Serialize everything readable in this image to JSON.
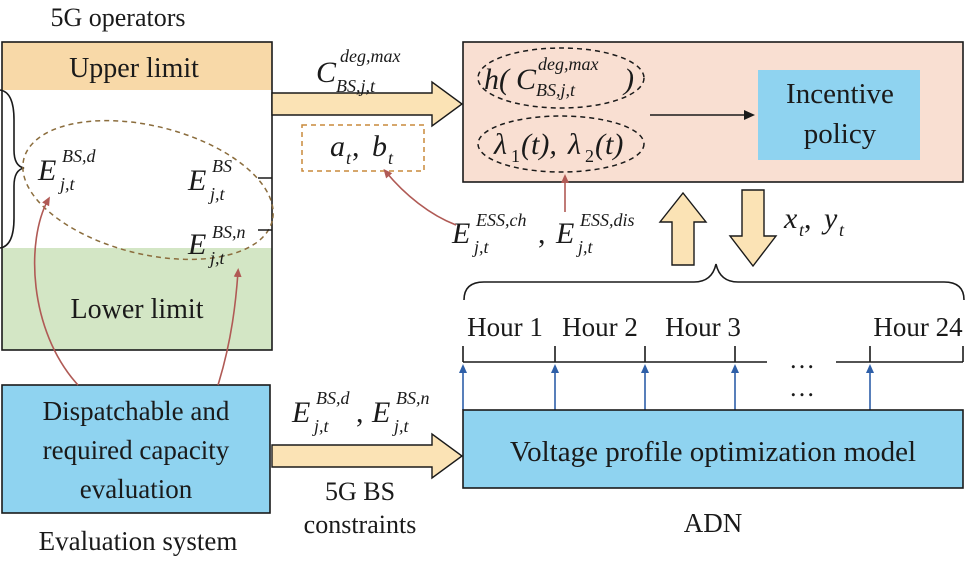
{
  "operators": {
    "title": "5G operators",
    "upper_limit": "Upper limit",
    "lower_limit": "Lower limit",
    "e_bs_d": {
      "base": "E",
      "sup": "BS,d",
      "sub": "j,t"
    },
    "e_bs": {
      "base": "E",
      "sup": "BS",
      "sub": "j,t"
    },
    "e_bs_n": {
      "base": "E",
      "sup": "BS,n",
      "sub": "j,t"
    }
  },
  "evaluation": {
    "box_lines": [
      "Dispatchable and",
      "required capacity",
      "evaluation"
    ],
    "caption": "Evaluation system"
  },
  "top_arrow": {
    "base": "C",
    "sup": "deg,max",
    "sub": "BS,j,t"
  },
  "price_params": {
    "a": "a",
    "a_sub": "t",
    "sep": ", ",
    "b": "b",
    "b_sub": "t"
  },
  "incentive": {
    "h_prefix": "h(",
    "h_base": "C",
    "h_sup": "deg,max",
    "h_sub": "BS,j,t",
    "h_suffix": ")",
    "lambda_text_1": "λ",
    "lambda_sub_1": "1",
    "lambda_arg_1": "(t), ",
    "lambda_text_2": "λ",
    "lambda_sub_2": "2",
    "lambda_arg_2": "(t)",
    "policy_lines": [
      "Incentive",
      "policy"
    ]
  },
  "ess": {
    "ch": {
      "base": "E",
      "sup": "ESS,ch",
      "sub": "j,t"
    },
    "sep": ", ",
    "dis": {
      "base": "E",
      "sup": "ESS,dis",
      "sub": "j,t"
    }
  },
  "xy": {
    "x": "x",
    "x_sub": "t",
    "sep": " , ",
    "y": "y",
    "y_sub": "t"
  },
  "hours": [
    "Hour 1",
    "Hour 2",
    "Hour 3",
    "Hour 24"
  ],
  "ellipsis_1": "…",
  "ellipsis_2": "…",
  "bottom_arrow": {
    "e1": {
      "base": "E",
      "sup": "BS,d",
      "sub": "j,t"
    },
    "sep": ", ",
    "e2": {
      "base": "E",
      "sup": "BS,n",
      "sub": "j,t"
    },
    "label_lines": [
      "5G BS",
      "constraints"
    ]
  },
  "adn": {
    "model": "Voltage profile optimization model",
    "caption": "ADN"
  },
  "colors": {
    "upper": "#f8d9a8",
    "lower": "#d3e6c5",
    "blue_box": "#8fd3f0",
    "incentive_bg": "#f9dfd2",
    "arrow_fill": "#fbe3b5",
    "red_line": "#b05a55",
    "blue_line": "#2e5fa8",
    "dashed_brown": "#8b6d3d"
  }
}
